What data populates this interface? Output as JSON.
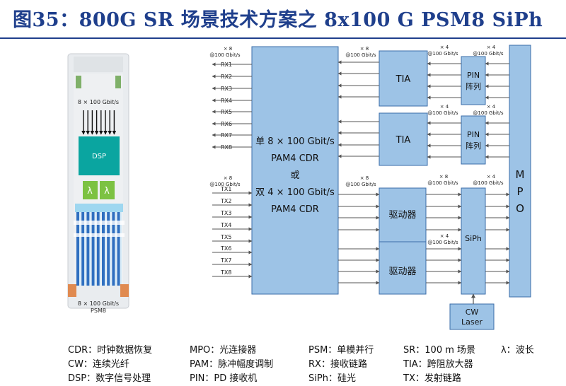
{
  "title": "图35：800G SR 场景技术方案之 8x100 G PSM8 SiPh",
  "module": {
    "top_rate": "8 × 100 Gbit/s",
    "dsp": "DSP",
    "lambda": "λ",
    "bottom_rate": "8 × 100 Gbit/s",
    "bottom_name": "PSM8"
  },
  "rate_labels": {
    "x8": "× 8",
    "x4": "× 4",
    "rate": "@100 Gbit/s"
  },
  "rx_ports": [
    "RX1",
    "RX2",
    "RX3",
    "RX4",
    "RX5",
    "RX6",
    "RX7",
    "RX8"
  ],
  "tx_ports": [
    "TX1",
    "TX2",
    "TX3",
    "TX4",
    "TX5",
    "TX6",
    "TX7",
    "TX8"
  ],
  "cdr_box": [
    "单 8 × 100 Gbit/s",
    "PAM4 CDR",
    "或",
    "双 4 × 100 Gbit/s",
    "PAM4 CDR"
  ],
  "tia": "TIA",
  "pin_array": [
    "PIN",
    "阵列"
  ],
  "driver": "驱动器",
  "siph": "SiPh",
  "mpo": [
    "M",
    "P",
    "O"
  ],
  "cw_laser": [
    "CW",
    "Laser"
  ],
  "legend": [
    "CDR：时钟数据恢复",
    "MPO：光连接器",
    "PSM：单模并行",
    "SR：100 m 场景",
    "λ：波长",
    "CW：连续光纤",
    "PAM：脉冲幅度调制",
    "RX：接收链路",
    "TIA：跨阻放大器",
    "DSP：数字信号处理",
    "PIN：PD 接收机",
    "SiPh：硅光",
    "TX：发射链路"
  ],
  "colors": {
    "title": "#1f3f8c",
    "block_fill": "#9dc3e6",
    "block_stroke": "#3b6ea8",
    "dsp_teal": "#0aa5a0",
    "lambda_green": "#7cc242",
    "fiber_blue": "#2f6fc0",
    "connector_orange": "#e08a50"
  }
}
